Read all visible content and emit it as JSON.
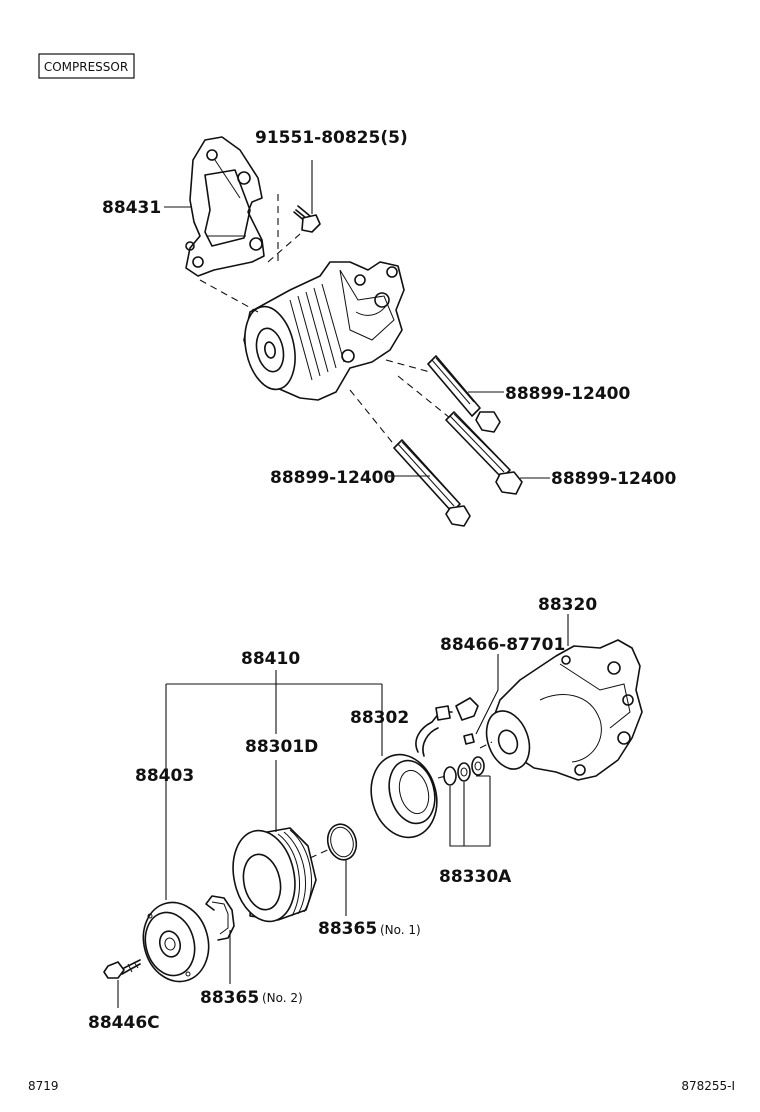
{
  "header": {
    "title": "COMPRESSOR"
  },
  "parts": {
    "bracket": "88431",
    "bracket_bolt": "91551-80825(5)",
    "bolt_a": "88899-12400",
    "bolt_b": "88899-12400",
    "bolt_c": "88899-12400",
    "compressor_assy": "88320",
    "switch": "88466-87701",
    "clutch_assy": "88410",
    "coil": "88302",
    "pulley": "88301D",
    "hub": "88403",
    "shims": "88330A",
    "snap_ring_1": "88365",
    "snap_ring_1_note": "(No. 1)",
    "snap_ring_2": "88365",
    "snap_ring_2_note": "(No. 2)",
    "hub_bolt": "88446C"
  },
  "footer": {
    "left": "8719",
    "right": "878255-I"
  }
}
